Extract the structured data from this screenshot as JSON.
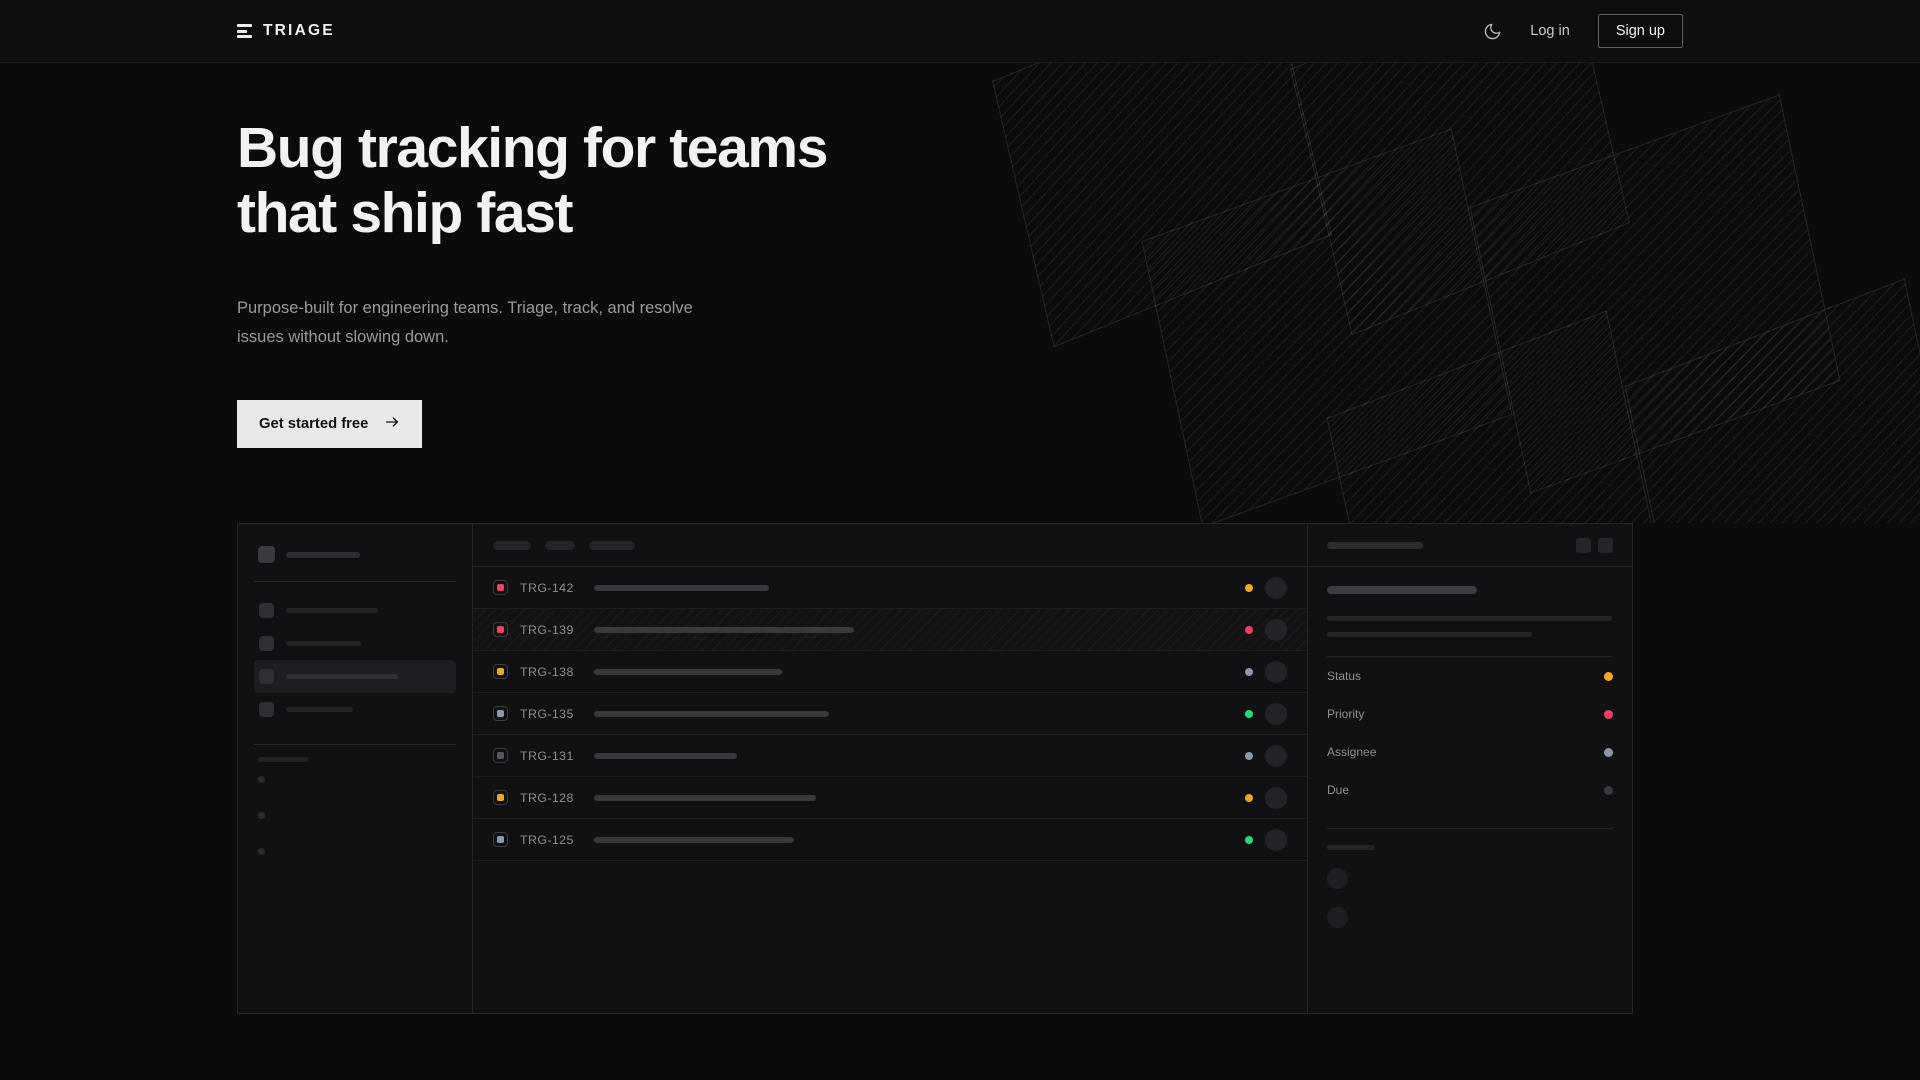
{
  "brand": {
    "name": "TRIAGE",
    "logo_icon": "stacked-bars-icon"
  },
  "nav": {
    "theme_toggle_icon": "moon-icon",
    "login_label": "Log in",
    "signup_label": "Sign up"
  },
  "hero": {
    "heading_line1": "Bug tracking for teams",
    "heading_line2": "that ship fast",
    "subtitle": "Purpose-built for engineering teams. Triage, track, and resolve issues without slowing down.",
    "cta_label": "Get started free",
    "cta_icon": "arrow-right-icon"
  },
  "colors": {
    "page_bg": "#0b0b0c",
    "nav_bg": "#0e0e10",
    "panel_bg": "#111113",
    "border": "#26262a",
    "text_primary": "#f2f2f2",
    "text_muted": "#9a9a9e",
    "accent_amber": "#f5a623",
    "accent_pink": "#f43f5e",
    "accent_slate": "#8a99ad",
    "accent_green": "#22dd7a",
    "accent_gray": "#55565b",
    "cta_bg": "#e8e8e8"
  },
  "app_preview": {
    "sidebar": {
      "workspace_placeholder": 74,
      "nav_items": [
        {
          "width": 92,
          "active": false
        },
        {
          "width": 75,
          "active": false
        },
        {
          "width": 112,
          "active": true
        },
        {
          "width": 67,
          "active": false
        }
      ],
      "section_label_width": 50,
      "mini_dots": 3
    },
    "list_header_chips": [
      38,
      30,
      46
    ],
    "rows": [
      {
        "id": "TRG-142",
        "priority_color": "#f43f5e",
        "status_color": "#f5a623",
        "title_width": 175,
        "selected": false
      },
      {
        "id": "TRG-139",
        "priority_color": "#f43f5e",
        "status_color": "#f43f5e",
        "title_width": 260,
        "selected": true
      },
      {
        "id": "TRG-138",
        "priority_color": "#f5a623",
        "status_color": "#8a99ad",
        "title_width": 188,
        "selected": false
      },
      {
        "id": "TRG-135",
        "priority_color": "#8a99ad",
        "status_color": "#22dd7a",
        "title_width": 235,
        "selected": false
      },
      {
        "id": "TRG-131",
        "priority_color": "#55565b",
        "status_color": "#8a99ad",
        "title_width": 143,
        "selected": false
      },
      {
        "id": "TRG-128",
        "priority_color": "#f5a623",
        "status_color": "#f5a623",
        "title_width": 222,
        "selected": false
      },
      {
        "id": "TRG-125",
        "priority_color": "#8a99ad",
        "status_color": "#22dd7a",
        "title_width": 200,
        "selected": false
      }
    ],
    "detail": {
      "header_bar_width": 96,
      "header_buttons": 2,
      "title_bar_width": 150,
      "description_lines": [
        285,
        205
      ],
      "meta": [
        {
          "label": "Status",
          "color": "#f5a623"
        },
        {
          "label": "Priority",
          "color": "#f43f5e"
        },
        {
          "label": "Assignee",
          "color": "#8a99ad"
        },
        {
          "label": "Due",
          "color": "#3a3b40"
        }
      ],
      "activity_avatars": 2
    }
  }
}
